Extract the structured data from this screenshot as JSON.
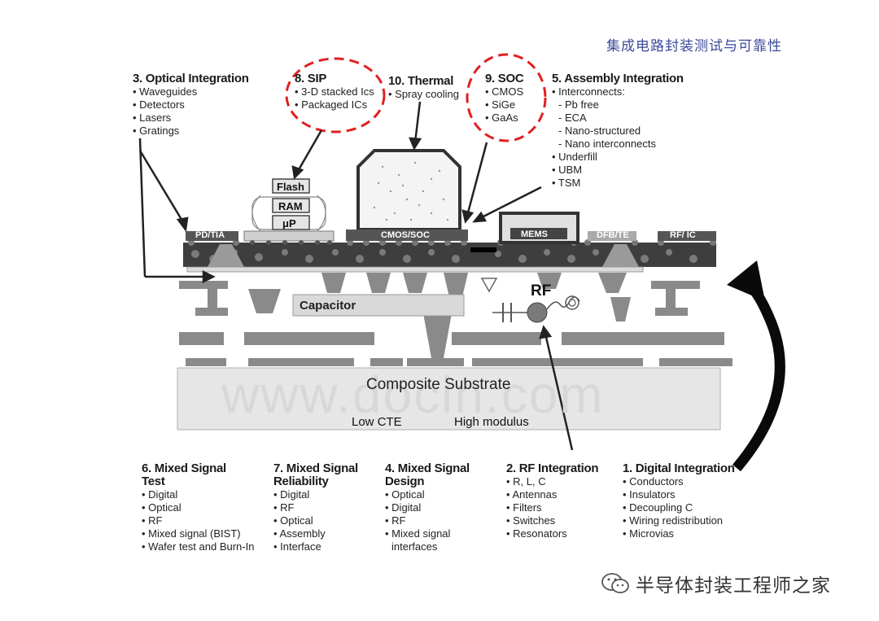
{
  "brand_top": "集成电路封装测试与可靠性",
  "brand_bottom": "半导体封装工程师之家",
  "watermark": "www.docin.com",
  "callouts": [
    {
      "id": "optical",
      "title": "3. Optical Integration",
      "items": [
        "• Waveguides",
        "• Detectors",
        "• Lasers",
        "• Gratings"
      ]
    },
    {
      "id": "sip",
      "title": "8. SIP",
      "items": [
        "• 3-D stacked Ics",
        "• Packaged ICs"
      ]
    },
    {
      "id": "thermal",
      "title": "10. Thermal",
      "items": [
        "• Spray cooling"
      ]
    },
    {
      "id": "soc",
      "title": "9. SOC",
      "items": [
        "• CMOS",
        "• SiGe",
        "• GaAs"
      ]
    },
    {
      "id": "assembly",
      "title": "5. Assembly Integration",
      "items": [
        "• Interconnects:",
        "- Pb free",
        "- ECA",
        "- Nano-structured",
        "- Nano interconnects",
        "• Underfill",
        "• UBM",
        "• TSM"
      ]
    },
    {
      "id": "mstest",
      "title": "6. Mixed Signal\nTest",
      "items": [
        "• Digital",
        "• Optical",
        "• RF",
        "• Mixed signal (BIST)",
        "• Wafer test and Burn-In"
      ]
    },
    {
      "id": "msrel",
      "title": "7. Mixed Signal\nReliability",
      "items": [
        "• Digital",
        "• RF",
        "• Optical",
        "• Assembly",
        "• Interface"
      ]
    },
    {
      "id": "msdesign",
      "title": "4. Mixed Signal\nDesign",
      "items": [
        "• Optical",
        "• Digital",
        "• RF",
        "• Mixed signal",
        "interfaces"
      ]
    },
    {
      "id": "rf",
      "title": "2. RF Integration",
      "items": [
        "• R, L, C",
        "• Antennas",
        "• Filters",
        "• Switches",
        "• Resonators"
      ]
    },
    {
      "id": "digital",
      "title": "1. Digital Integration",
      "items": [
        "• Conductors",
        "• Insulators",
        "• Decoupling C",
        "• Wiring redistribution",
        "• Microvias"
      ]
    }
  ],
  "diagram": {
    "stack": [
      "Flash",
      "RAM",
      "μP"
    ],
    "pdtia": "PD/TIA",
    "cmos_soc": "CMOS/SOC",
    "mems": "MEMS",
    "dfbte": "DFB/TE",
    "rfic": "RF/ IC",
    "capacitor": "Capacitor",
    "rf": "RF",
    "substrate": "Composite Substrate",
    "low_cte": "Low CTE",
    "high_modulus": "High modulus"
  }
}
